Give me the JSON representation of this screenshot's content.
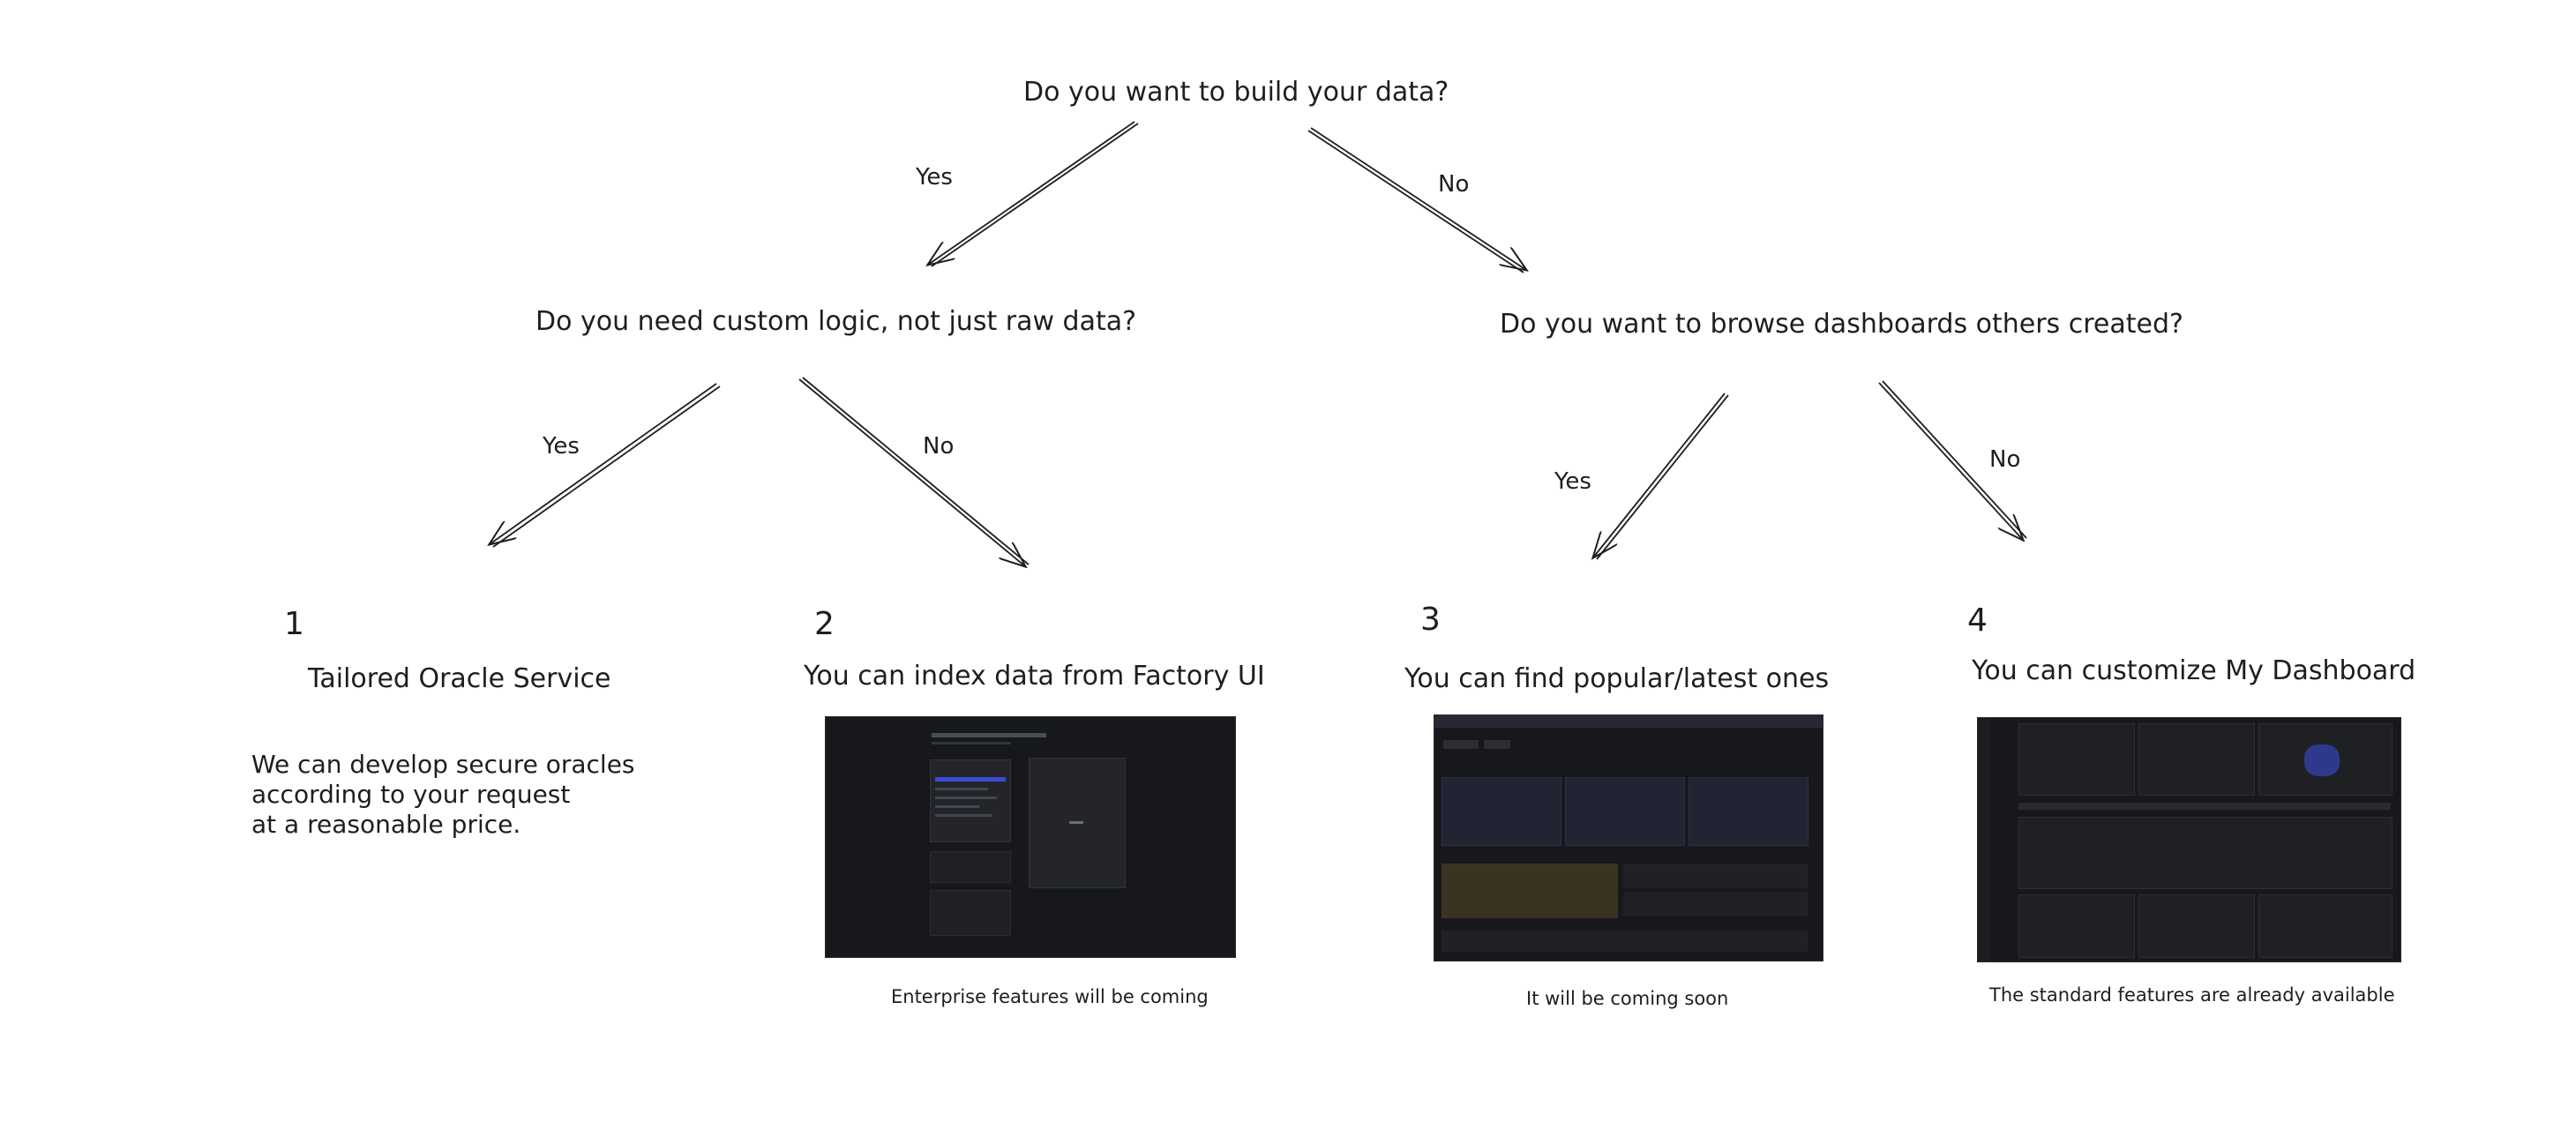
{
  "root_question": "Do you want to build your data?",
  "left_question": "Do you need custom logic, not just raw data?",
  "right_question": "Do you want to browse dashboards others created?",
  "yes_label": "Yes",
  "no_label": "No",
  "options": [
    {
      "number": "1",
      "title": "Tailored Oracle Service",
      "body": "We can develop secure oracles\naccording to your request\nat a reasonable price."
    },
    {
      "number": "2",
      "title": "You can index data from Factory UI",
      "caption": "Enterprise features will be coming"
    },
    {
      "number": "3",
      "title": "You can find popular/latest ones",
      "caption": "It will be coming soon"
    },
    {
      "number": "4",
      "title": "You can customize My Dashboard",
      "caption": "The standard features are already available"
    }
  ],
  "colors": {
    "ink": "#1e1e1e",
    "screenshot_bg": "#17181b",
    "panel": "#24252a",
    "accent": "#3b4bd1"
  }
}
